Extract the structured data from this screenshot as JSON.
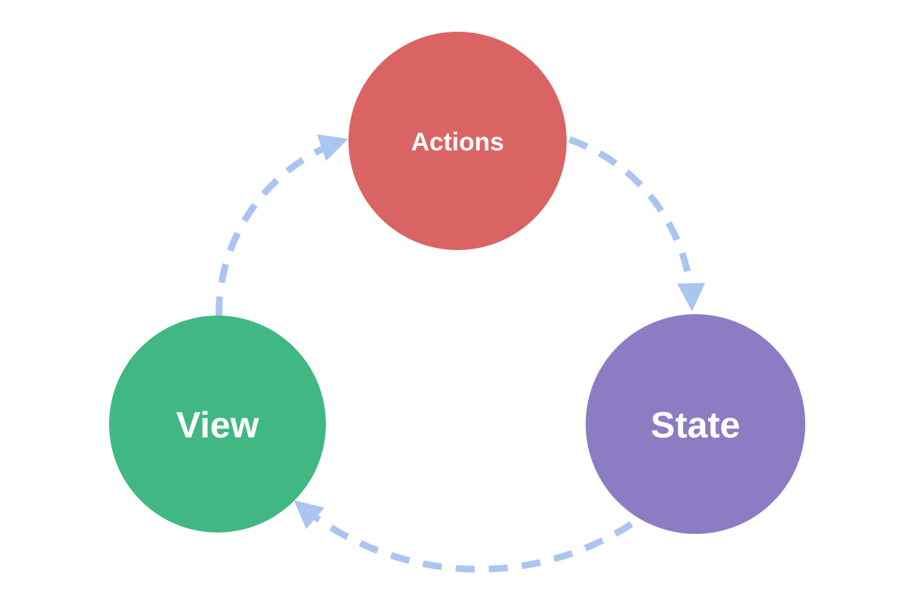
{
  "diagram": {
    "type": "cycle-diagram",
    "background": "#ffffff",
    "nodes": [
      {
        "id": "actions",
        "label": "Actions",
        "shape": "circle",
        "color": "#da6464",
        "text_color": "#ffffff",
        "position": "top"
      },
      {
        "id": "state",
        "label": "State",
        "shape": "circle",
        "color": "#8c7cc4",
        "text_color": "#ffffff",
        "position": "bottom-right"
      },
      {
        "id": "view",
        "label": "View",
        "shape": "circle",
        "color": "#41b883",
        "text_color": "#ffffff",
        "position": "bottom-left"
      }
    ],
    "edges": [
      {
        "from": "view",
        "to": "actions",
        "style": "dashed",
        "direction": "clockwise"
      },
      {
        "from": "actions",
        "to": "state",
        "style": "dashed",
        "direction": "clockwise"
      },
      {
        "from": "state",
        "to": "view",
        "style": "dashed",
        "direction": "clockwise"
      }
    ],
    "edge_style": {
      "color": "#abc5f1",
      "dash": "dashed",
      "arrowhead": "filled-triangle"
    }
  }
}
